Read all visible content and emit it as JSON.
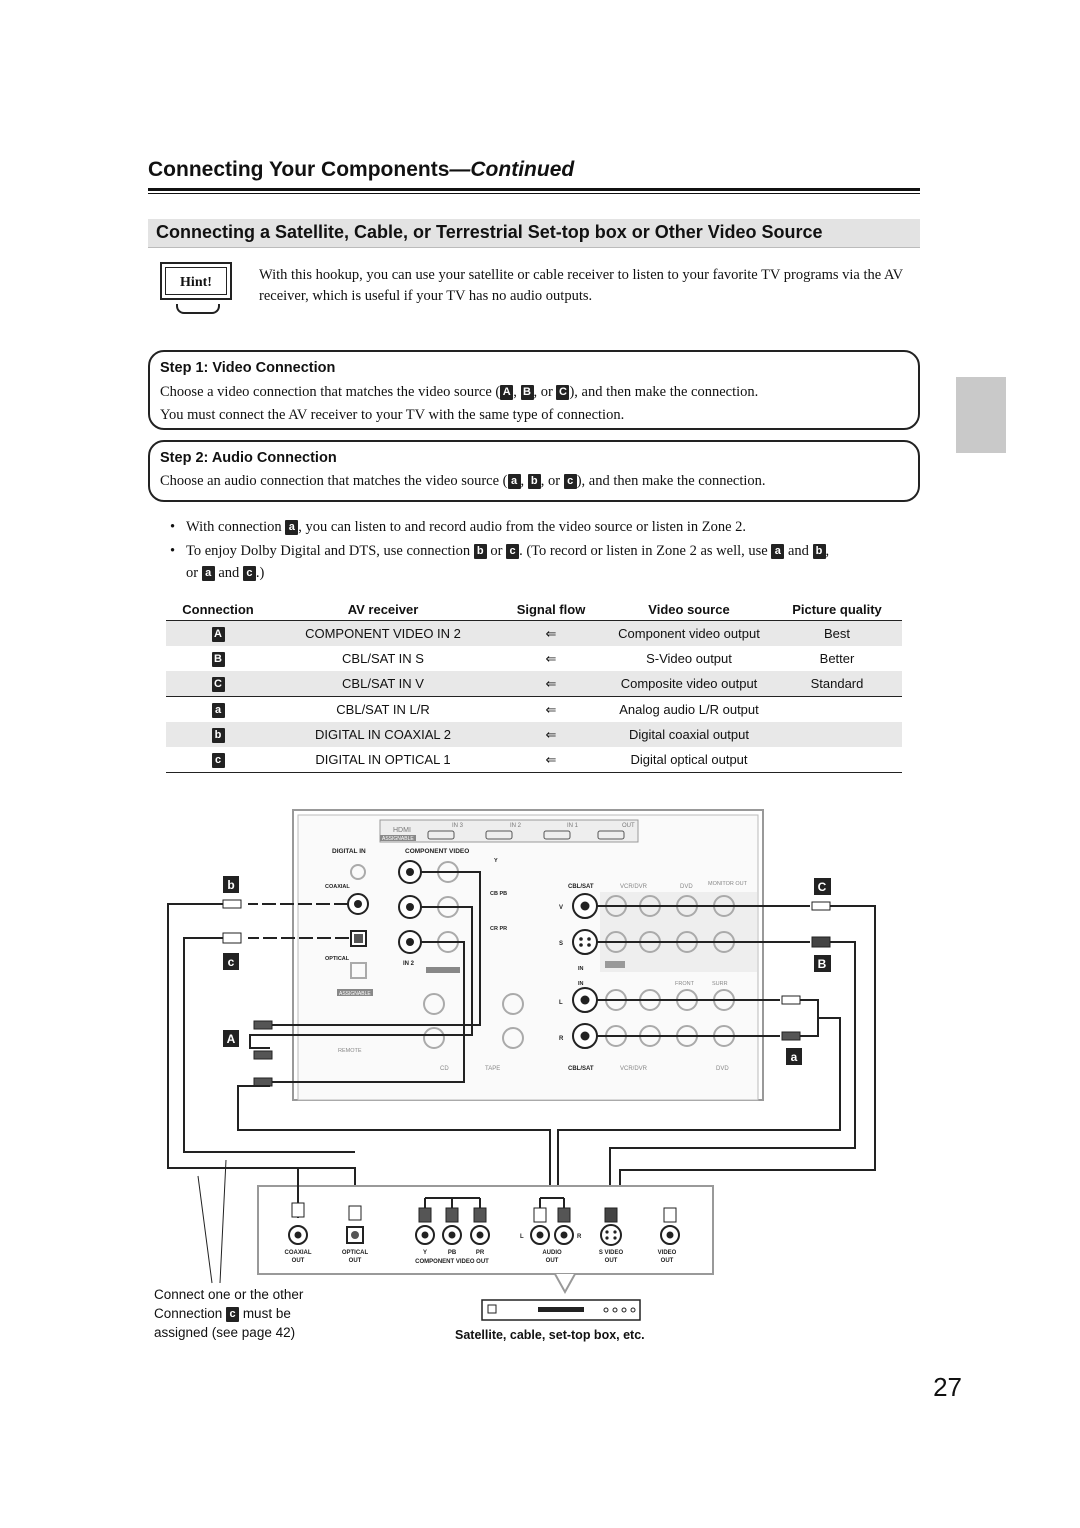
{
  "header": {
    "title": "Connecting Your Components",
    "title_suffix": "—Continued"
  },
  "section_title": "Connecting a Satellite, Cable, or Terrestrial Set-top box or Other Video Source",
  "hint": {
    "label": "Hint!",
    "text": "With this hookup, you can use your satellite or cable receiver to listen to your favorite TV programs via the AV receiver, which is useful if your TV has no audio outputs."
  },
  "step1": {
    "title": "Step 1: Video Connection",
    "line1_a": "Choose a video connection that matches the video source (",
    "chip_A": "A",
    "sep1": ", ",
    "chip_B": "B",
    "sep2": ", or ",
    "chip_C": "C",
    "line1_b": "), and then make the connection.",
    "line2": "You must connect the AV receiver to your TV with the same type of connection."
  },
  "step2": {
    "title": "Step 2: Audio Connection",
    "line1_a": "Choose an audio connection that matches the video source (",
    "chip_a": "a",
    "sep1": ", ",
    "chip_b": "b",
    "sep2": ", or ",
    "chip_c": "c",
    "line1_b": "), and then make the connection."
  },
  "bullets": {
    "b1_a": "With connection ",
    "b1_chip": "a",
    "b1_b": ", you can listen to and record audio from the video source or listen in Zone 2.",
    "b2_a": "To enjoy Dolby Digital and DTS, use connection ",
    "b2_chip1": "b",
    "b2_or": " or ",
    "b2_chip2": "c",
    "b2_b": ". (To record or listen in Zone 2 as well, use ",
    "b2_chip3": "a",
    "b2_and": " and ",
    "b2_chip4": "b",
    "b2_c": ",",
    "b2_or2": "or ",
    "b2_chip5": "a",
    "b2_and2": " and ",
    "b2_chip6": "c",
    "b2_end": ".)"
  },
  "table": {
    "headers": [
      "Connection",
      "AV receiver",
      "Signal flow",
      "Video source",
      "Picture quality"
    ],
    "rows": [
      {
        "conn": "A",
        "receiver": "COMPONENT VIDEO IN 2",
        "flow": "⇐",
        "source": "Component video output",
        "quality": "Best"
      },
      {
        "conn": "B",
        "receiver": "CBL/SAT IN S",
        "flow": "⇐",
        "source": "S-Video output",
        "quality": "Better"
      },
      {
        "conn": "C",
        "receiver": "CBL/SAT IN V",
        "flow": "⇐",
        "source": "Composite video output",
        "quality": "Standard"
      },
      {
        "conn": "a",
        "receiver": "CBL/SAT IN L/R",
        "flow": "⇐",
        "source": "Analog audio L/R output",
        "quality": ""
      },
      {
        "conn": "b",
        "receiver": "DIGITAL IN COAXIAL 2",
        "flow": "⇐",
        "source": "Digital coaxial output",
        "quality": ""
      },
      {
        "conn": "c",
        "receiver": "DIGITAL IN OPTICAL 1",
        "flow": "⇐",
        "source": "Digital optical output",
        "quality": ""
      }
    ]
  },
  "diagram": {
    "hdmi": "HDMI",
    "in3": "IN 3",
    "in2": "IN 2",
    "in1": "IN 1",
    "out": "OUT",
    "assignable": "ASSIGNABLE",
    "digital_in": "DIGITAL IN",
    "component_video": "COMPONENT VIDEO",
    "coaxial": "COAXIAL",
    "optical": "OPTICAL",
    "y": "Y",
    "cb_pb": "CB PB",
    "cr_pr": "CR PR",
    "cbl_sat": "CBL/SAT",
    "vcr_dvr": "VCR/DVR",
    "dvd": "DVD",
    "monitor_out": "MONITOR OUT",
    "v": "V",
    "s": "S",
    "l": "L",
    "r": "R",
    "in": "IN",
    "in2_label": "IN 2",
    "front": "FRONT",
    "surr": "SURR",
    "remote": "REMOTE",
    "cd": "CD",
    "tape": "TAPE",
    "label_A": "A",
    "label_B": "B",
    "label_C": "C",
    "label_a": "a",
    "label_b": "b",
    "label_c": "c",
    "src_coaxial_out": "COAXIAL",
    "src_optical_out": "OPTICAL",
    "src_out": "OUT",
    "src_y": "Y",
    "src_pb": "PB",
    "src_pr": "PR",
    "src_component_out": "COMPONENT VIDEO OUT",
    "src_audio": "AUDIO",
    "src_svideo": "S VIDEO",
    "src_video": "VIDEO",
    "src_l": "L",
    "src_r": "R"
  },
  "caption_left": {
    "line1": "Connect one or the other",
    "line2_a": "Connection ",
    "line2_chip": "c",
    "line2_b": " must be",
    "line3": "assigned (see page 42)"
  },
  "caption_right": "Satellite, cable, set-top box, etc.",
  "page_number": "27"
}
